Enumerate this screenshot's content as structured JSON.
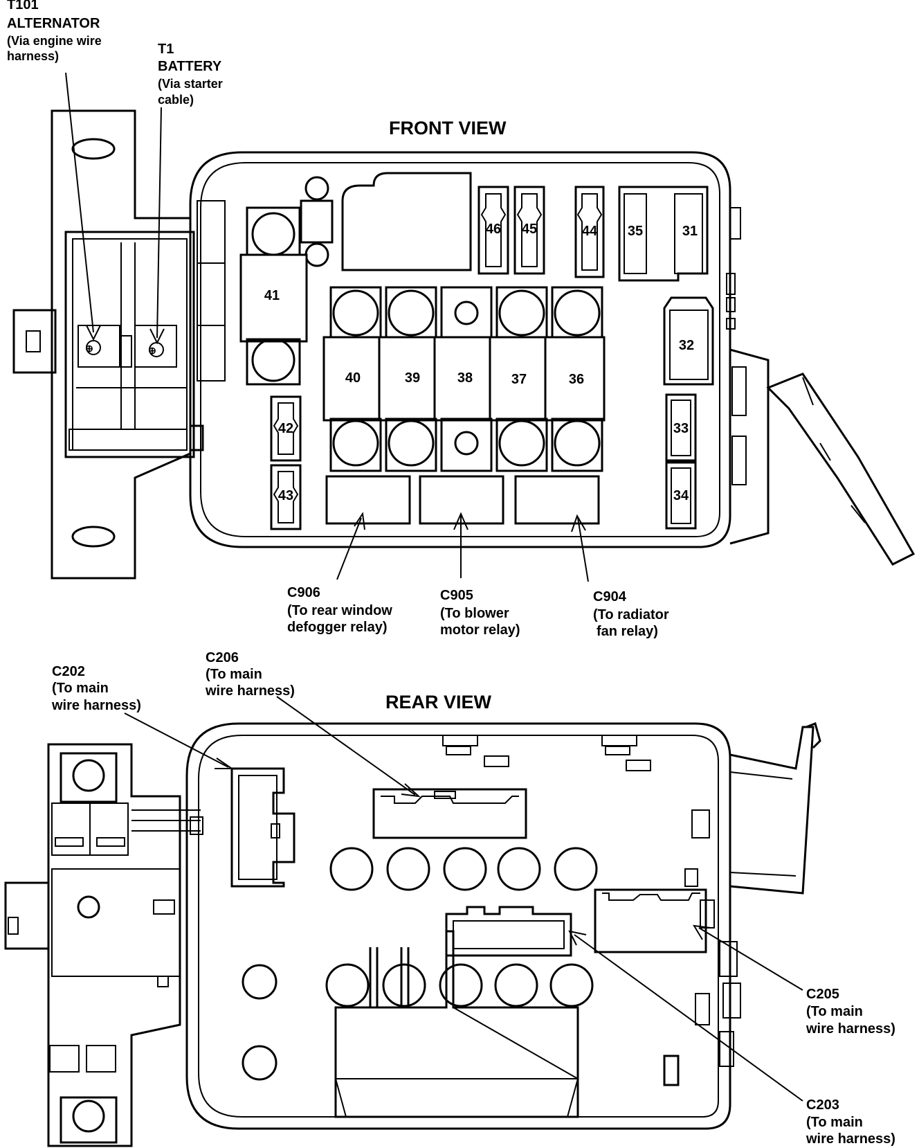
{
  "front_view": {
    "title": "FRONT VIEW",
    "callouts": {
      "t101": [
        "T101",
        "ALTERNATOR",
        "(Via engine wire",
        "harness)"
      ],
      "t1": [
        "T1",
        "BATTERY",
        "(Via starter",
        "cable)"
      ],
      "c906": [
        "C906",
        "(To rear window",
        "defogger relay)"
      ],
      "c905": [
        "C905",
        "(To blower",
        "motor relay)"
      ],
      "c904": [
        "C904",
        "(To radiator",
        "fan relay)"
      ]
    },
    "fuses": {
      "f31": "31",
      "f32": "32",
      "f33": "33",
      "f34": "34",
      "f35": "35",
      "f36": "36",
      "f37": "37",
      "f38": "38",
      "f39": "39",
      "f40": "40",
      "f41": "41",
      "f42": "42",
      "f43": "43",
      "f44": "44",
      "f45": "45",
      "f46": "46"
    }
  },
  "rear_view": {
    "title": "REAR VIEW",
    "callouts": {
      "c202": [
        "C202",
        "(To main",
        "wire harness)"
      ],
      "c206": [
        "C206",
        "(To main",
        "wire harness)"
      ],
      "c205": [
        "C205",
        "(To main",
        "wire harness)"
      ],
      "c203": [
        "C203",
        "(To main",
        "wire harness)"
      ]
    }
  }
}
